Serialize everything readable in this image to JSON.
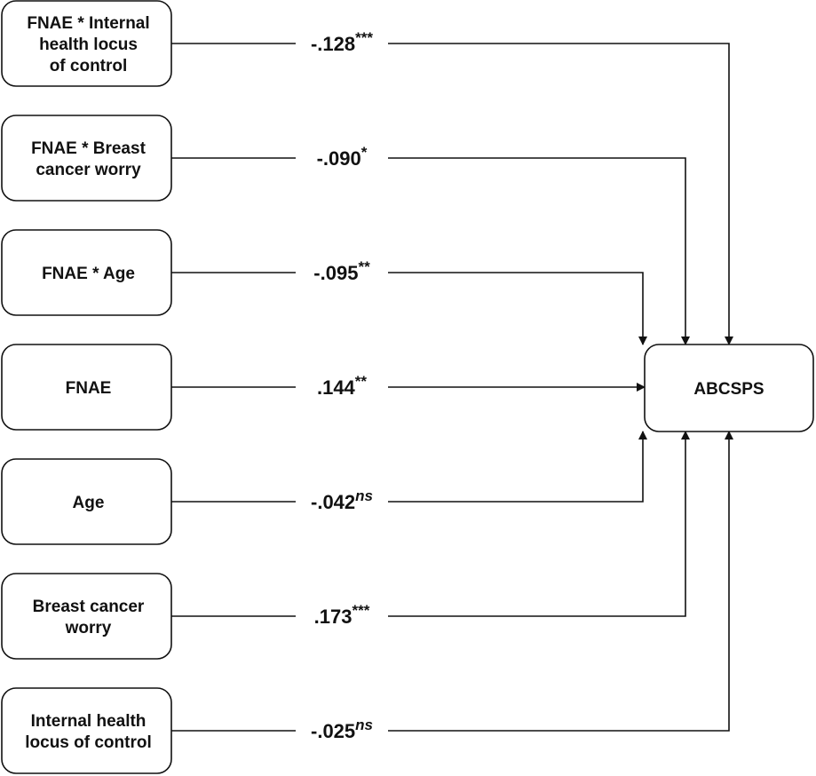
{
  "predictors": [
    {
      "id": "fnae-x-ihloc",
      "lines": [
        "FNAE * Internal",
        "health locus",
        "of control"
      ],
      "coef": "-.128",
      "sig": "***",
      "sig_italic": false
    },
    {
      "id": "fnae-x-bcw",
      "lines": [
        "FNAE * Breast",
        "cancer worry"
      ],
      "coef": "-.090",
      "sig": "*",
      "sig_italic": false
    },
    {
      "id": "fnae-x-age",
      "lines": [
        "FNAE * Age"
      ],
      "coef": "-.095",
      "sig": "**",
      "sig_italic": false
    },
    {
      "id": "fnae",
      "lines": [
        "FNAE"
      ],
      "coef": ".144",
      "sig": "**",
      "sig_italic": false
    },
    {
      "id": "age",
      "lines": [
        "Age"
      ],
      "coef": "-.042",
      "sig": "ns",
      "sig_italic": true
    },
    {
      "id": "bcw",
      "lines": [
        "Breast cancer",
        "worry"
      ],
      "coef": ".173",
      "sig": "***",
      "sig_italic": false
    },
    {
      "id": "ihloc",
      "lines": [
        "Internal health",
        "locus of control"
      ],
      "coef": "-.025",
      "sig": "ns",
      "sig_italic": true
    }
  ],
  "outcome": {
    "label": "ABCSPS"
  },
  "colors": {
    "stroke": "#111111",
    "background": "#ffffff"
  }
}
